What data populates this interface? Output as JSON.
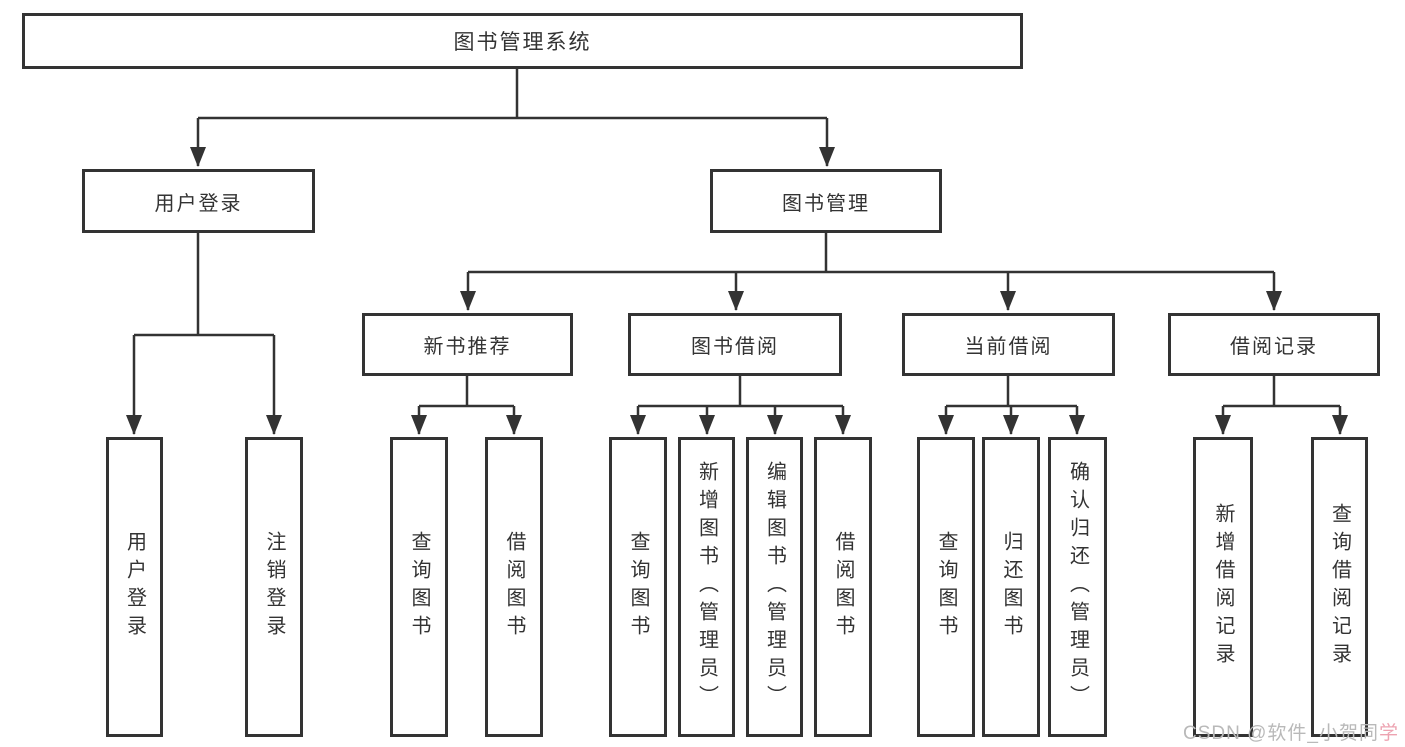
{
  "title": "图书管理系统",
  "tree": {
    "root": {
      "label": "图书管理系统"
    },
    "branches": [
      {
        "label": "用户登录",
        "children": [
          "用户登录",
          "注销登录"
        ]
      },
      {
        "label": "图书管理",
        "sections": [
          {
            "label": "新书推荐",
            "children": [
              "查询图书",
              "借阅图书"
            ]
          },
          {
            "label": "图书借阅",
            "children": [
              "查询图书",
              "新增图书（管理员）",
              "编辑图书（管理员）",
              "借阅图书"
            ]
          },
          {
            "label": "当前借阅",
            "children": [
              "查询图书",
              "归还图书",
              "确认归还（管理员）"
            ]
          },
          {
            "label": "借阅记录",
            "children": [
              "新增借阅记录",
              "查询借阅记录"
            ]
          }
        ]
      }
    ]
  },
  "watermark": {
    "gray": "CSDN @软件_小贺同",
    "pink": "学"
  },
  "colors": {
    "line": "#333333",
    "watermark_gray": "#b9b9b9",
    "watermark_pink": "#eda3b1"
  }
}
